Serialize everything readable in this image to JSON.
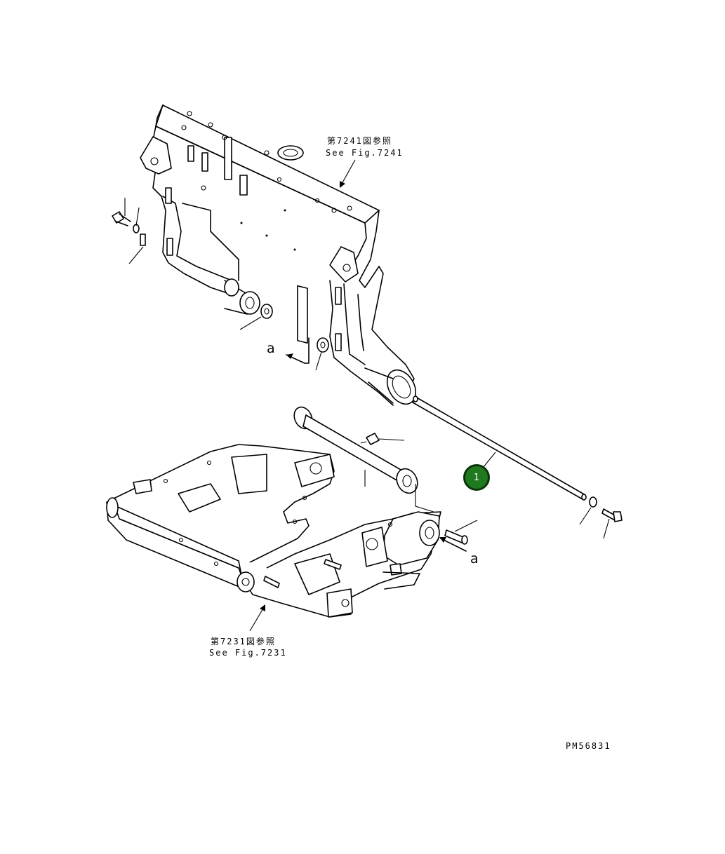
{
  "references": {
    "upper_jp": "第7241図参照",
    "upper_en": "See Fig.7241",
    "lower_jp": "第7231図参照",
    "lower_en": "See Fig.7231"
  },
  "view_marks": {
    "upper": "a",
    "lower": "a"
  },
  "callouts": [
    {
      "label": "1",
      "color": "#1f7a1f",
      "part": "pin"
    }
  ],
  "drawing_number": "PM56831"
}
